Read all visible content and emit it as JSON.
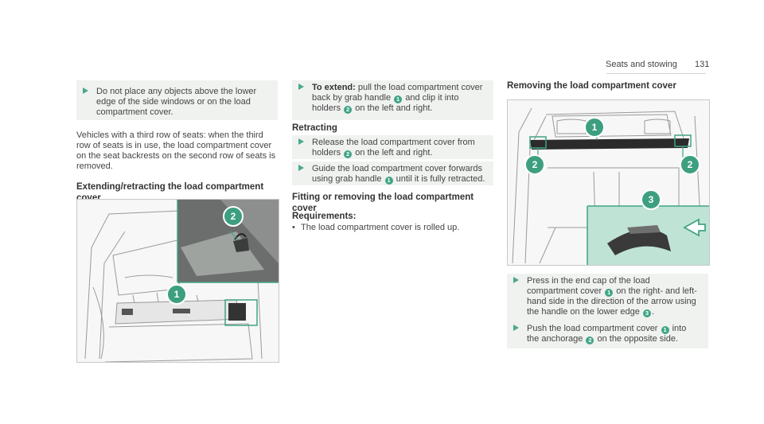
{
  "header": {
    "section": "Seats and stowing",
    "page_number": "131"
  },
  "col1": {
    "warning_step": "Do not place any objects above the lower edge of the side windows or on the load compartment cover.",
    "paragraph": "Vehicles with a third row of seats: when the third row of seats is in use, the load compartment cover on the seat backrests on the second row of seats is removed.",
    "heading": "Extending/retracting the load compartment cover"
  },
  "col2": {
    "extend_label": "To extend:",
    "extend_text_a": "pull the load compartment cover back by grab handle",
    "extend_text_b": "and clip it into holders",
    "extend_text_c": "on the left and right.",
    "retracting_heading": "Retracting",
    "retract_step1_a": "Release the load compartment cover from holders",
    "retract_step1_b": "on the left and right.",
    "retract_step2_a": "Guide the load compartment cover forwards using grab handle",
    "retract_step2_b": "until it is fully retracted.",
    "fitting_heading": "Fitting or removing the load compartment cover",
    "requirements_heading": "Requirements:",
    "requirement_item": "The load compartment cover is rolled up."
  },
  "col3": {
    "heading": "Removing the load compartment cover",
    "step1_a": "Press in the end cap of the load compartment cover",
    "step1_b": "on the right- and left-hand side in the direction of the arrow using the handle on the lower edge",
    "step2_a": "Push the load compartment cover",
    "step2_b": "into the anchorage",
    "step2_c": "on the opposite side."
  },
  "badges": {
    "one": "1",
    "two": "2",
    "three": "3"
  },
  "colors": {
    "accent": "#40a486",
    "callout_bg": "#f0f2f0",
    "inset_bg": "#bfe3d4"
  },
  "icons": [
    "step-arrow-icon",
    "callout-number-icon",
    "direction-arrow-icon"
  ]
}
